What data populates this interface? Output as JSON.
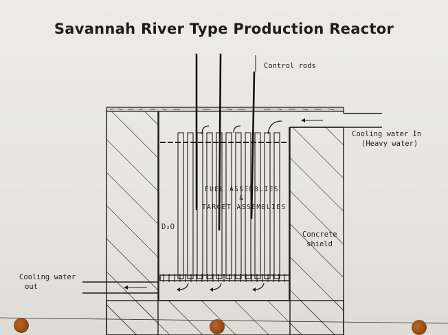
{
  "title": "Savannah River Type Production Reactor",
  "labels": {
    "control_rods": "Control rods",
    "cooling_in_line1": "Cooling water In",
    "cooling_in_line2": "(Heavy water)",
    "fuel_line1": "FUEL ASSEMBLIES",
    "fuel_line2": "&",
    "fuel_line3": "TARGET ASSEMBLIES",
    "d2o": "D₂O",
    "concrete_line1": "Concrete",
    "concrete_line2": "shield",
    "cooling_out_line1": "Cooling water",
    "cooling_out_line2": "out"
  },
  "colors": {
    "ink": "#1c1c1c",
    "paper": "#e9e8e4",
    "binder_hole": "#8a4514"
  }
}
